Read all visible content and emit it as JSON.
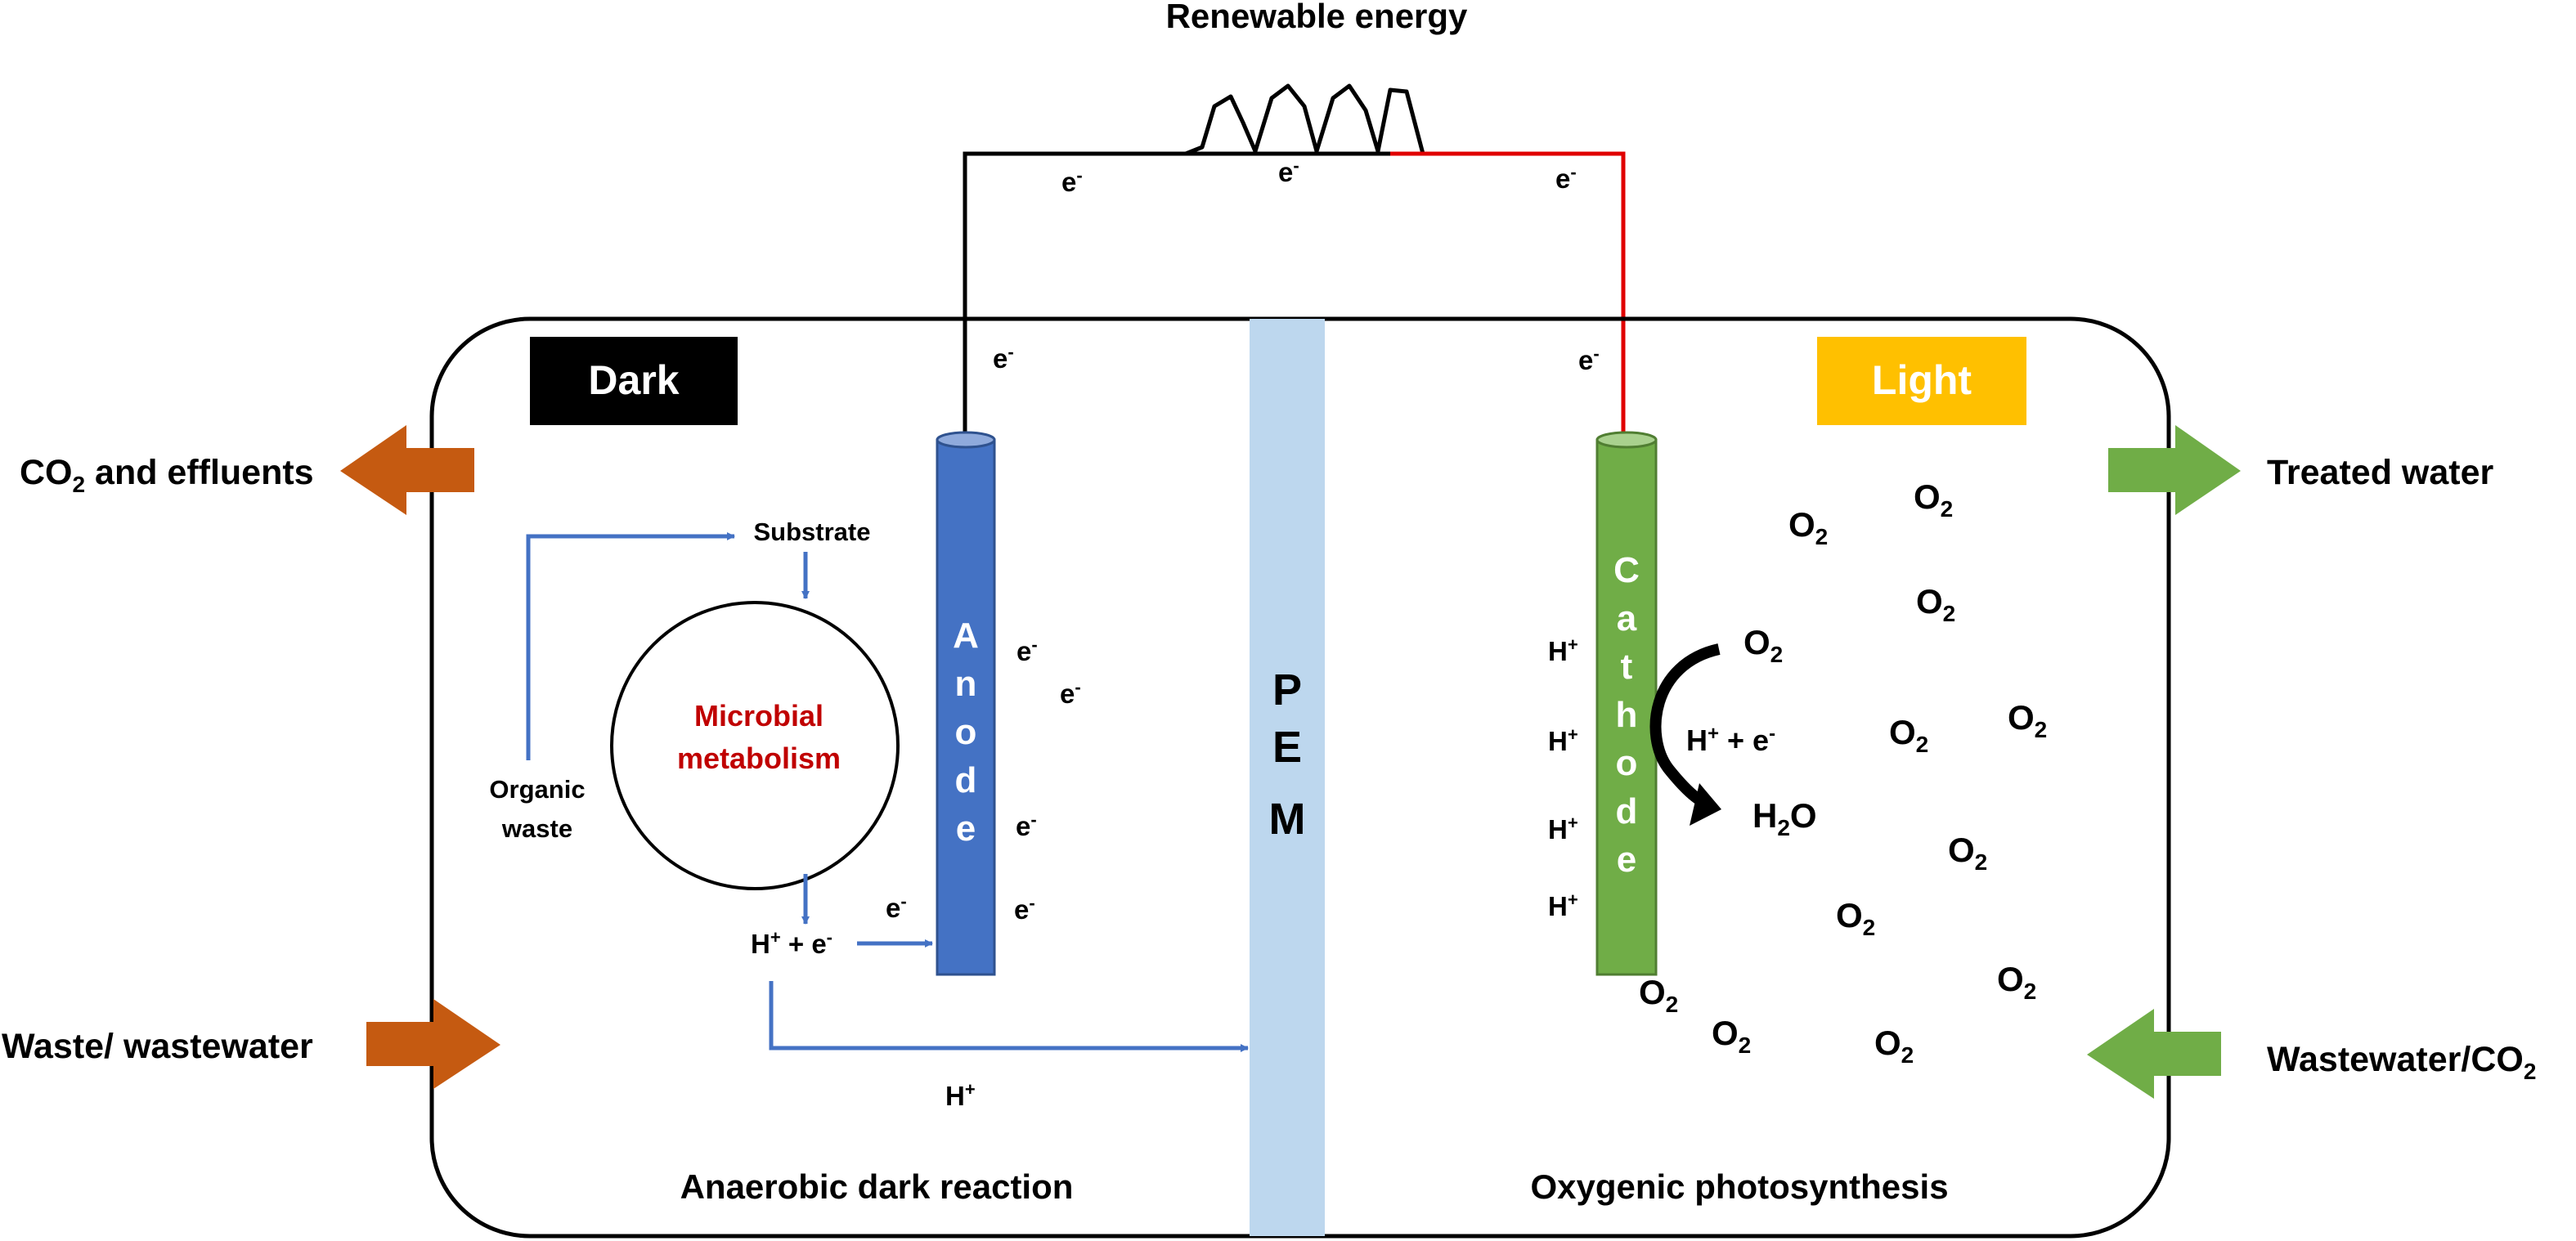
{
  "title": "Renewable energy",
  "electron": "e",
  "electron_sup": "-",
  "proton": "H",
  "proton_sup": "+",
  "oxygen": "O",
  "oxygen_sub": "2",
  "zones": {
    "dark": "Dark",
    "light": "Light",
    "dark_caption": "Anaerobic dark reaction",
    "light_caption": "Oxygenic photosynthesis"
  },
  "membrane": "PEM",
  "anode": "Anode",
  "cathode": "Cathode",
  "metabolism": {
    "line1": "Microbial",
    "line2": "metabolism"
  },
  "substrate": "Substrate",
  "organic_waste": {
    "line1": "Organic",
    "line2": "waste"
  },
  "reaction_plus_sep": " + ",
  "water_H": "H",
  "water_sub": "2",
  "water_O": "O",
  "flows": {
    "co2_prefix": "CO",
    "co2_sub": "2",
    "co2_suffix": " and effluents",
    "waste": "Waste/ wastewater",
    "treated": "Treated water",
    "input_prefix": "Wastewater/CO",
    "input_sub": "2"
  },
  "colors": {
    "anode": "#4472C4",
    "cathode": "#70AD47",
    "pem": "#BDD7EE",
    "dark_box": "#000000",
    "light_box": "#FFC000",
    "flow_out": "#C55A11",
    "flow_green": "#70AD47",
    "metabolism_text": "#C00000",
    "blue_arrow": "#4472C4",
    "wire_red": "#E00000"
  }
}
